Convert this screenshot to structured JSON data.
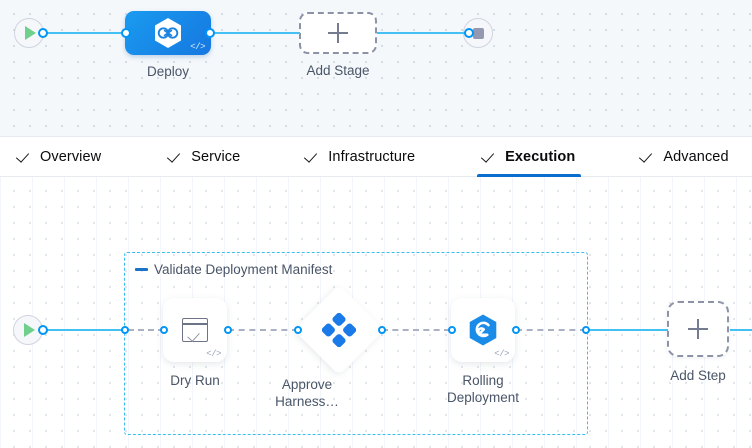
{
  "stage_canvas": {
    "start_node": {
      "name": "pipeline-start",
      "icon": "play-icon"
    },
    "end_node": {
      "name": "pipeline-end",
      "icon": "stop-icon"
    },
    "stages": [
      {
        "label": "Deploy",
        "icon": "harness-deploy-hexagon-icon",
        "code_badge": "</>",
        "selected": true
      }
    ],
    "add_stage": {
      "label": "Add Stage",
      "icon": "plus-icon"
    }
  },
  "tabs": [
    {
      "label": "Overview",
      "icon": "check-icon",
      "active": false
    },
    {
      "label": "Service",
      "icon": "check-icon",
      "active": false
    },
    {
      "label": "Infrastructure",
      "icon": "check-icon",
      "active": false
    },
    {
      "label": "Execution",
      "icon": "check-icon",
      "active": true
    },
    {
      "label": "Advanced",
      "icon": "check-icon",
      "active": false
    }
  ],
  "step_canvas": {
    "start_node": {
      "name": "execution-start",
      "icon": "play-icon"
    },
    "group": {
      "title": "Validate Deployment Manifest",
      "collapse_icon": "minus-icon"
    },
    "steps": [
      {
        "label": "Dry Run",
        "shape": "rounded-square",
        "icon": "checklist-box-icon",
        "code_badge": "</>"
      },
      {
        "label": "Approve Harness…",
        "shape": "diamond",
        "icon": "harness-approval-icon",
        "code_badge": ""
      },
      {
        "label": "Rolling Deployment",
        "shape": "rounded-square",
        "icon": "rolling-swirl-icon",
        "code_badge": "</>"
      }
    ],
    "add_step": {
      "label": "Add Step",
      "icon": "plus-icon"
    }
  },
  "colors": {
    "accent_blue": "#0a6ed1",
    "edge_blue": "#44c0f4",
    "port_blue": "#0095f7",
    "node_blue": "#1677e0",
    "group_border": "#3bbdf0",
    "dashed_edge": "#a9b1c2",
    "label_text": "#4a5568",
    "play_green": "#6fd08c",
    "stop_gray": "#9499b0"
  }
}
